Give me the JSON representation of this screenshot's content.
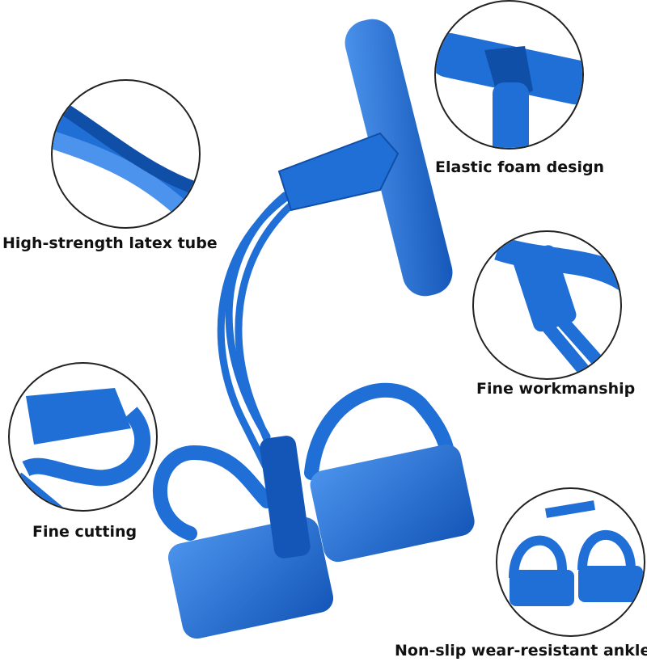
{
  "colors": {
    "product_blue": "#1f6fd6",
    "product_dark": "#0f4fa8",
    "product_light": "#4b93ec",
    "outline": "#222222",
    "text": "#111111"
  },
  "features": [
    {
      "label": "Elastic foam design"
    },
    {
      "label": "High-strength latex tube"
    },
    {
      "label": "Fine workmanship"
    },
    {
      "label": "Fine cutting"
    },
    {
      "label": "Non-slip wear-resistant ankle"
    }
  ]
}
